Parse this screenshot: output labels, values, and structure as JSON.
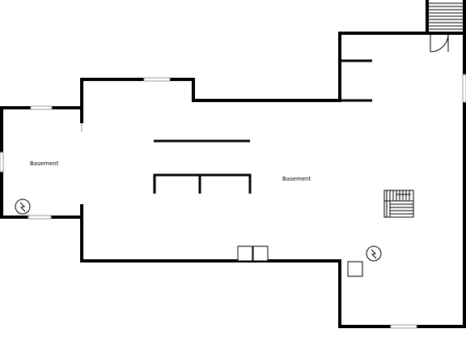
{
  "floorplan": {
    "rooms": [
      {
        "id": "basement-left",
        "label": "Basement"
      },
      {
        "id": "basement-main",
        "label": "Basement"
      }
    ],
    "fixtures": [
      {
        "name": "stairs-up-icon"
      },
      {
        "name": "stairs-interior-icon"
      },
      {
        "name": "water-heater-icon-left"
      },
      {
        "name": "water-heater-icon-right"
      },
      {
        "name": "washer-icon"
      },
      {
        "name": "dryer-icon"
      },
      {
        "name": "utility-box-icon"
      }
    ],
    "colors": {
      "wall": "#000000",
      "window": "#cccccc",
      "background": "#ffffff"
    }
  }
}
